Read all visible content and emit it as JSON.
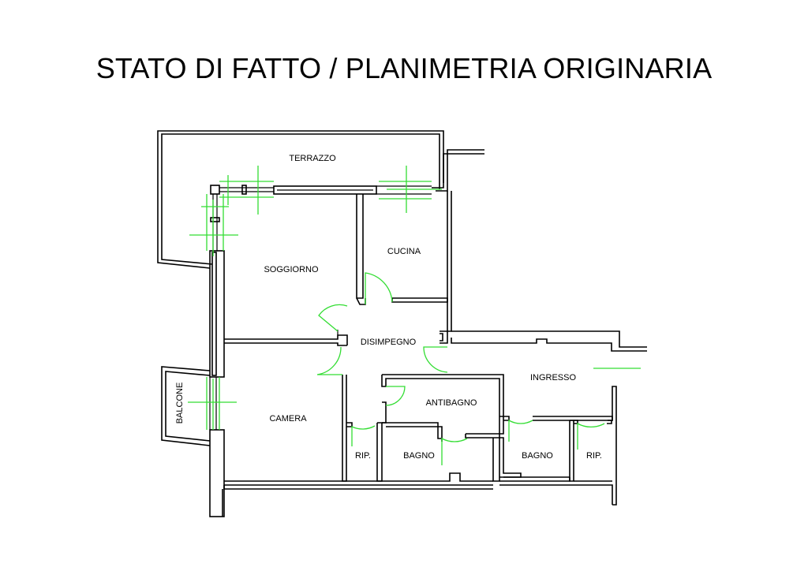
{
  "title": "STATO DI FATTO / PLANIMETRIA ORIGINARIA",
  "rooms": {
    "terrazzo": "TERRAZZO",
    "cucina": "CUCINA",
    "soggiorno": "SOGGIORNO",
    "disimpegno": "DISIMPEGNO",
    "ingresso": "INGRESSO",
    "antibagno": "ANTIBAGNO",
    "balcone": "BALCONE",
    "camera": "CAMERA",
    "rip1": "RIP.",
    "bagno1": "BAGNO",
    "bagno2": "BAGNO",
    "rip2": "RIP."
  },
  "colors": {
    "walls": "#000000",
    "openings": "#33dd33"
  }
}
